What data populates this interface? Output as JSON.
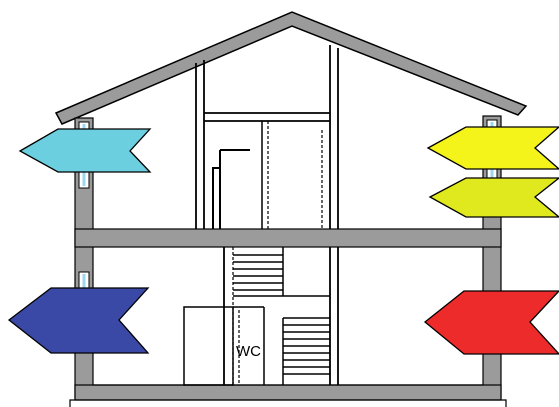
{
  "labels": {
    "wc": "WC"
  },
  "colors": {
    "wall": "#9b9b9b",
    "outline": "#000000",
    "background": "#ffffff",
    "window_glass": "#9ad7ef",
    "arrow_top_left": "#6ccfdf",
    "arrow_bottom_left": "#3a49a5",
    "arrow_top_right_1": "#f4f41a",
    "arrow_top_right_2": "#dfe91e",
    "arrow_bottom_right": "#ee2b2b"
  },
  "arrows": [
    {
      "id": "arrow-top-left",
      "direction": "left",
      "color": "#6ccfdf"
    },
    {
      "id": "arrow-bottom-left",
      "direction": "left",
      "color": "#3a49a5"
    },
    {
      "id": "arrow-top-right-1",
      "direction": "left",
      "color": "#f4f41a"
    },
    {
      "id": "arrow-top-right-2",
      "direction": "left",
      "color": "#dfe91e"
    },
    {
      "id": "arrow-bottom-right",
      "direction": "left",
      "color": "#ee2b2b"
    }
  ]
}
